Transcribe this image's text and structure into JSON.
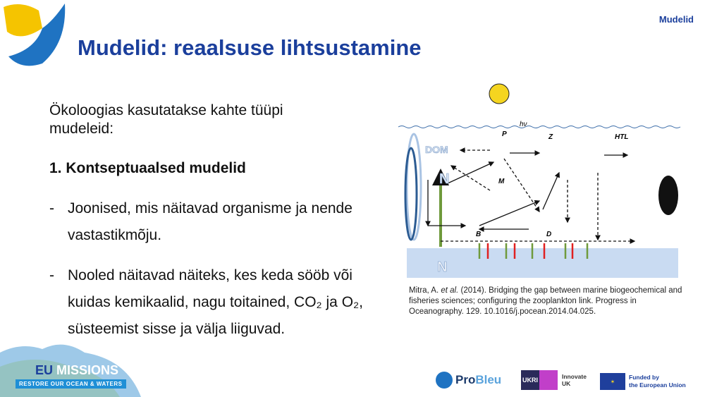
{
  "header": {
    "title": "Mudelid: reaalsuse lihtsustamine",
    "section_tag": "Mudelid"
  },
  "content": {
    "intro": "Ökoloogias kasutatakse kahte tüüpi mudeleid:",
    "heading": "1. Kontseptuaalsed mudelid",
    "bullets": [
      {
        "dash": "-",
        "text": "Joonised, mis näitavad organisme ja nende vastastikmõju."
      },
      {
        "dash": "-",
        "text": "Nooled näitavad näiteks, kes keda sööb või kuidas kemikaalid, nagu toitained, CO₂ ja O₂, süsteemist sisse ja välja liiguvad."
      }
    ]
  },
  "diagram": {
    "labels": {
      "dom": "DOM",
      "n_top": "N",
      "n_bottom": "N",
      "p": "P",
      "z": "Z",
      "m": "M",
      "b": "B",
      "d": "D",
      "htl": "HTL",
      "hv": "hν"
    },
    "caption_pre": "Mitra, A. ",
    "caption_em": "et al.",
    "caption_post": " (2014). Bridging the gap between marine biogeochemical and fisheries sciences; configuring the zooplankton link. Progress in Oceanography. 129. 10.1016/j.pocean.2014.04.025."
  },
  "footer": {
    "eu_missions": "EU MISSIONS",
    "eu_missions_sub": "RESTORE OUR OCEAN & WATERS",
    "probleu_a": "Pro",
    "probleu_b": "Bleu",
    "ukri": "UKRI",
    "innovate": "Innovate",
    "uk": "UK",
    "eu_funded_1": "Funded by",
    "eu_funded_2": "the European Union"
  },
  "colors": {
    "brand": "#1b3f9c",
    "yellow": "#f5c400",
    "blue": "#1f73c2"
  }
}
